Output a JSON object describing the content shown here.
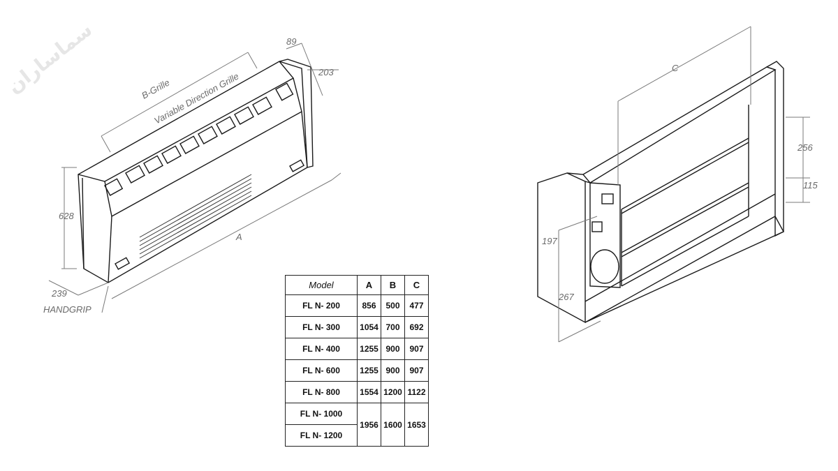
{
  "watermark": "سماساران",
  "unit_front": {
    "labels": {
      "b_grille": "B-Grille",
      "variable_grille": "Variable Direction Grille",
      "dim_89": "89",
      "dim_203": "203",
      "dim_628": "628",
      "dim_a": "A",
      "dim_239": "239",
      "handgrip": "HANDGRIP"
    }
  },
  "unit_back": {
    "labels": {
      "dim_c": "C",
      "dim_256": "256",
      "dim_115": "115",
      "dim_197": "197",
      "dim_267": "267"
    }
  },
  "table": {
    "headers": [
      "Model",
      "A",
      "B",
      "C"
    ],
    "rows": [
      {
        "model": "FL N- 200",
        "a": "856",
        "b": "500",
        "c": "477"
      },
      {
        "model": "FL N- 300",
        "a": "1054",
        "b": "700",
        "c": "692"
      },
      {
        "model": "FL N- 400",
        "a": "1255",
        "b": "900",
        "c": "907"
      },
      {
        "model": "FL N- 600",
        "a": "1255",
        "b": "900",
        "c": "907"
      },
      {
        "model": "FL N- 800",
        "a": "1554",
        "b": "1200",
        "c": "1122"
      },
      {
        "model": "FL N- 1000",
        "a": "1956",
        "b": "1600",
        "c": "1653"
      },
      {
        "model": "FL N- 1200"
      }
    ]
  }
}
